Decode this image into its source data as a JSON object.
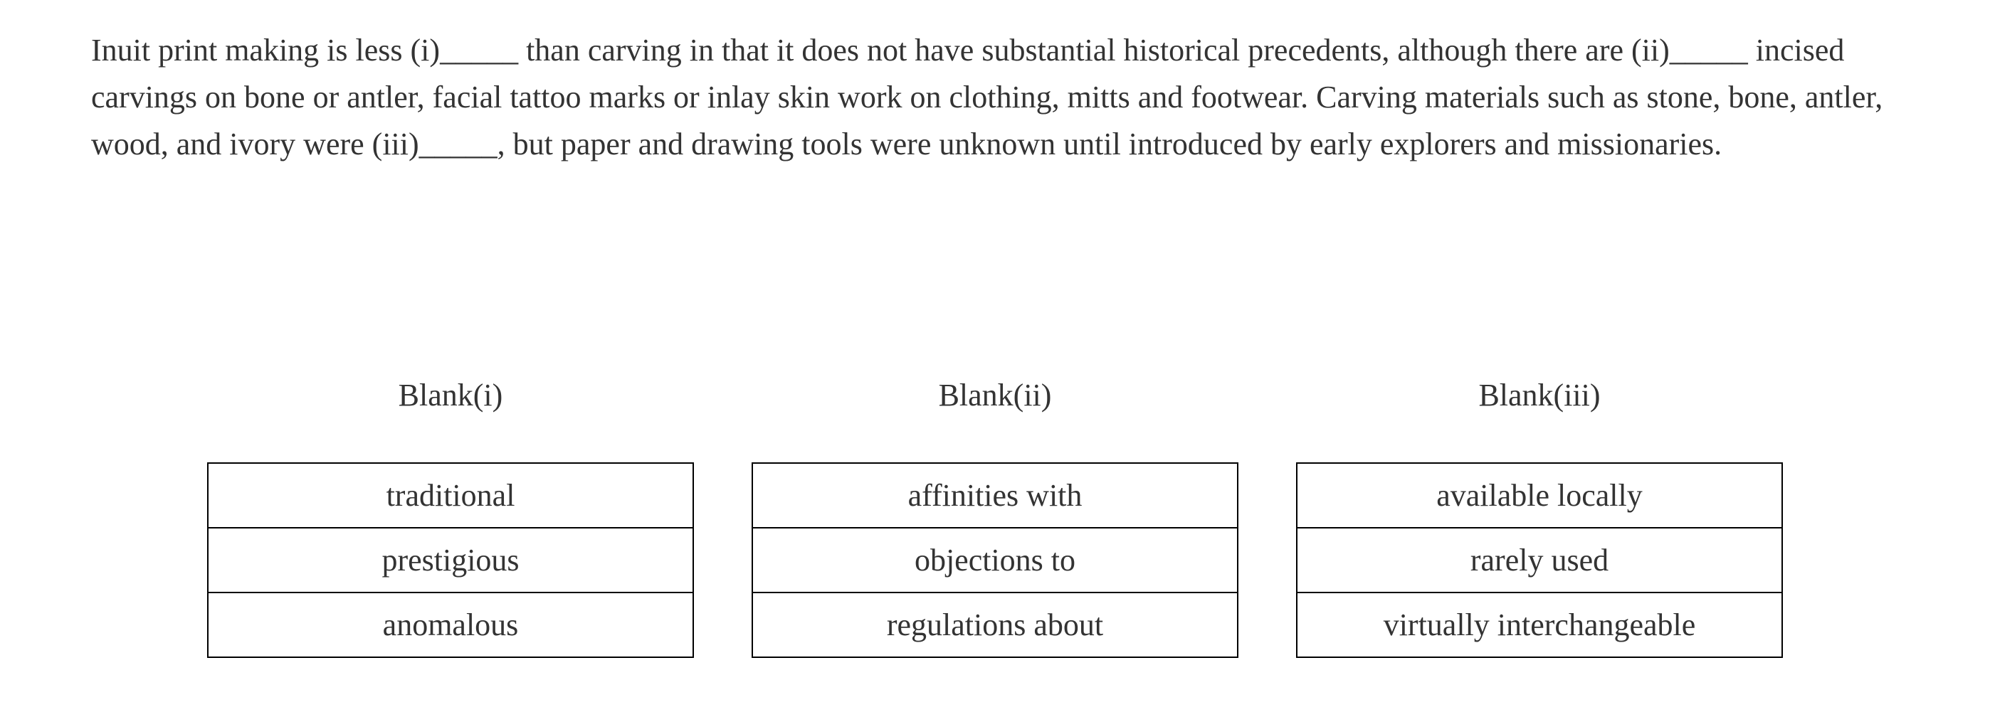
{
  "passage": {
    "segments": [
      "Inuit print making is less (i)",
      "_____",
      " than carving in that it does not have substantial historical precedents, although there are (ii)",
      "_____",
      " incised carvings on bone or antler, facial tattoo marks or inlay skin work on clothing, mitts and footwear. Carving materials such as stone, bone, antler, wood, and ivory were (iii)",
      "_____",
      ", but paper and drawing tools were unknown until introduced by early explorers and missionaries."
    ]
  },
  "blanks": [
    {
      "heading": "Blank(i)",
      "options": [
        "traditional",
        "prestigious",
        "anomalous"
      ]
    },
    {
      "heading": "Blank(ii)",
      "options": [
        "affinities with",
        "objections to",
        "regulations about"
      ]
    },
    {
      "heading": "Blank(iii)",
      "options": [
        "available locally",
        "rarely used",
        "virtually interchangeable"
      ]
    }
  ],
  "colors": {
    "text": "#333333",
    "border": "#000000",
    "background": "#ffffff"
  }
}
